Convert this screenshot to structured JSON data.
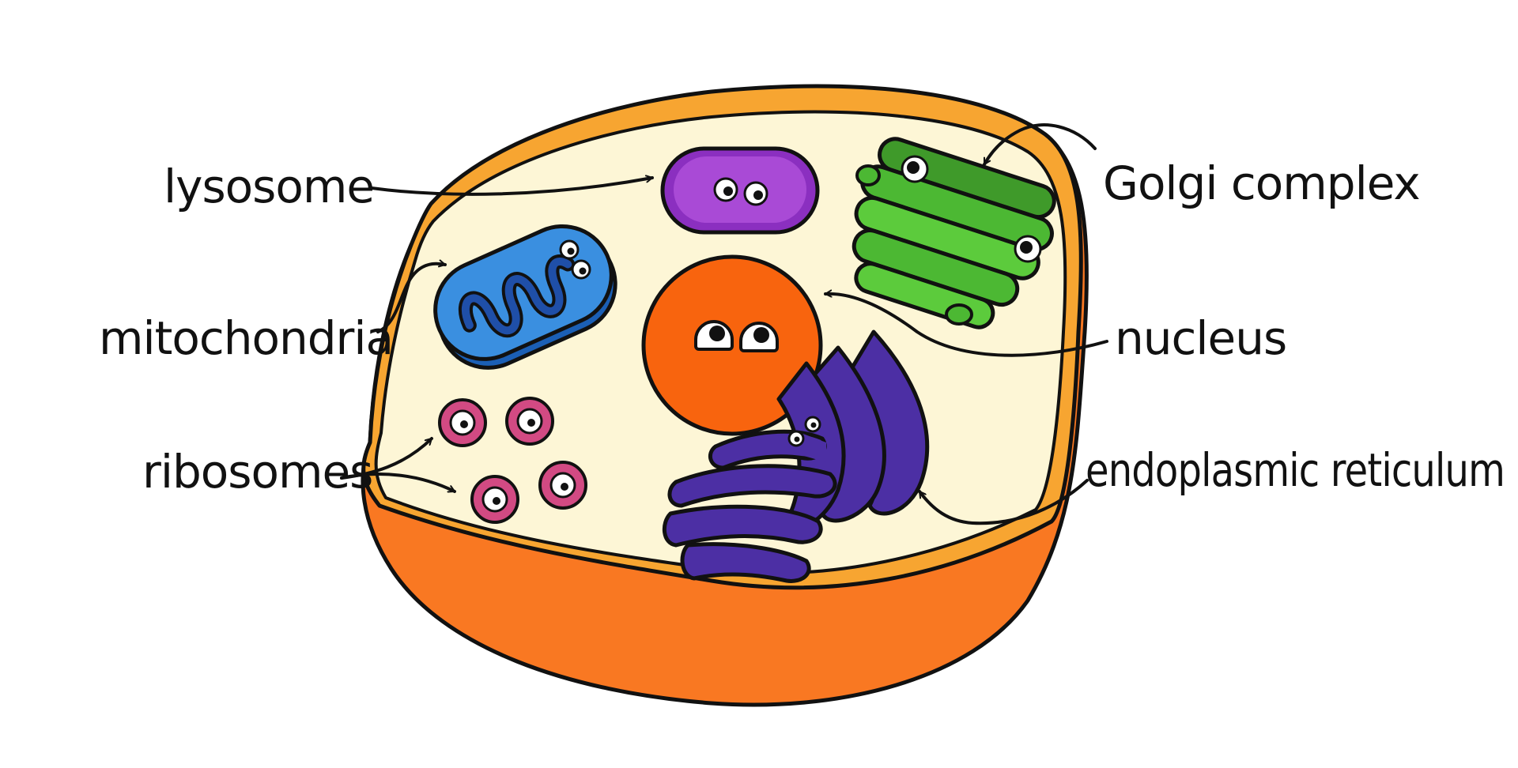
{
  "labels": {
    "lysosome": "lysosome",
    "mitochondria": "mitochondria",
    "ribosomes": "ribosomes",
    "golgi": "Golgi complex",
    "nucleus": "nucleus",
    "er": "endoplasmic reticulum"
  },
  "colors": {
    "cytoplasm": "#fdf6d6",
    "membrane_rim": "#f7a531",
    "cell_body": "#f97822",
    "lysosome": "#8b2fc0",
    "mitochondria": "#2e7fd6",
    "ribosome": "#d24a83",
    "golgi": "#4cb833",
    "nucleus": "#f8640e",
    "er": "#4c2fa4",
    "outline": "#111111"
  }
}
